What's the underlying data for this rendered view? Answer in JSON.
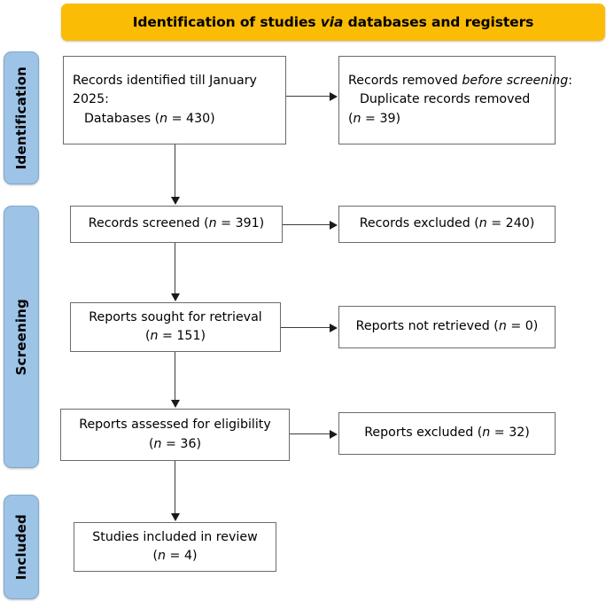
{
  "header": {
    "title_prefix": "Identification of studies ",
    "title_italic": "via",
    "title_suffix": " databases and registers",
    "color": "#FBBC05"
  },
  "stages": {
    "color": "#9DC3E6",
    "identification": "Identification",
    "screening": "Screening",
    "included": "Included"
  },
  "nodes": {
    "identified": {
      "line1": "Records identified till January",
      "line2": "2025:",
      "line3_prefix": "Databases (",
      "line3_italic": "n",
      "line3_suffix": " = 430)"
    },
    "removed": {
      "line1_prefix": "Records removed ",
      "line1_italic": "before screening",
      "line1_suffix": ":",
      "line2": "Duplicate records removed",
      "line3_prefix": "(",
      "line3_italic": "n",
      "line3_suffix": " = 39)"
    },
    "screened": {
      "line1_prefix": "Records screened (",
      "line1_italic": "n",
      "line1_suffix": " = 391)"
    },
    "excluded_screening": {
      "line1_prefix": "Records excluded (",
      "line1_italic": "n",
      "line1_suffix": " = 240)"
    },
    "sought": {
      "line1": "Reports sought for retrieval",
      "line2_prefix": "(",
      "line2_italic": "n",
      "line2_suffix": " = 151)"
    },
    "not_retrieved": {
      "line1_prefix": "Reports not retrieved (",
      "line1_italic": "n",
      "line1_suffix": " = 0)"
    },
    "assessed": {
      "line1": "Reports assessed for eligibility",
      "line2_prefix": "(",
      "line2_italic": "n",
      "line2_suffix": " = 36)"
    },
    "excluded_eligibility": {
      "line1_prefix": "Reports excluded (",
      "line1_italic": "n",
      "line1_suffix": " = 32)"
    },
    "included": {
      "line1": "Studies included in review",
      "line2_prefix": "(",
      "line2_italic": "n",
      "line2_suffix": " = 4)"
    }
  },
  "chart_data": {
    "type": "diagram",
    "title": "Identification of studies via databases and registers",
    "diagram_kind": "PRISMA 2020 flow diagram",
    "stages": [
      "Identification",
      "Screening",
      "Included"
    ],
    "flow": [
      {
        "stage": "Identification",
        "label": "Records identified till January 2025: Databases",
        "n": 430
      },
      {
        "stage": "Identification",
        "label": "Records removed before screening: Duplicate records removed",
        "n": 39,
        "side": "right"
      },
      {
        "stage": "Screening",
        "label": "Records screened",
        "n": 391
      },
      {
        "stage": "Screening",
        "label": "Records excluded",
        "n": 240,
        "side": "right"
      },
      {
        "stage": "Screening",
        "label": "Reports sought for retrieval",
        "n": 151
      },
      {
        "stage": "Screening",
        "label": "Reports not retrieved",
        "n": 0,
        "side": "right"
      },
      {
        "stage": "Screening",
        "label": "Reports assessed for eligibility",
        "n": 36
      },
      {
        "stage": "Screening",
        "label": "Reports excluded",
        "n": 32,
        "side": "right"
      },
      {
        "stage": "Included",
        "label": "Studies included in review",
        "n": 4
      }
    ]
  }
}
